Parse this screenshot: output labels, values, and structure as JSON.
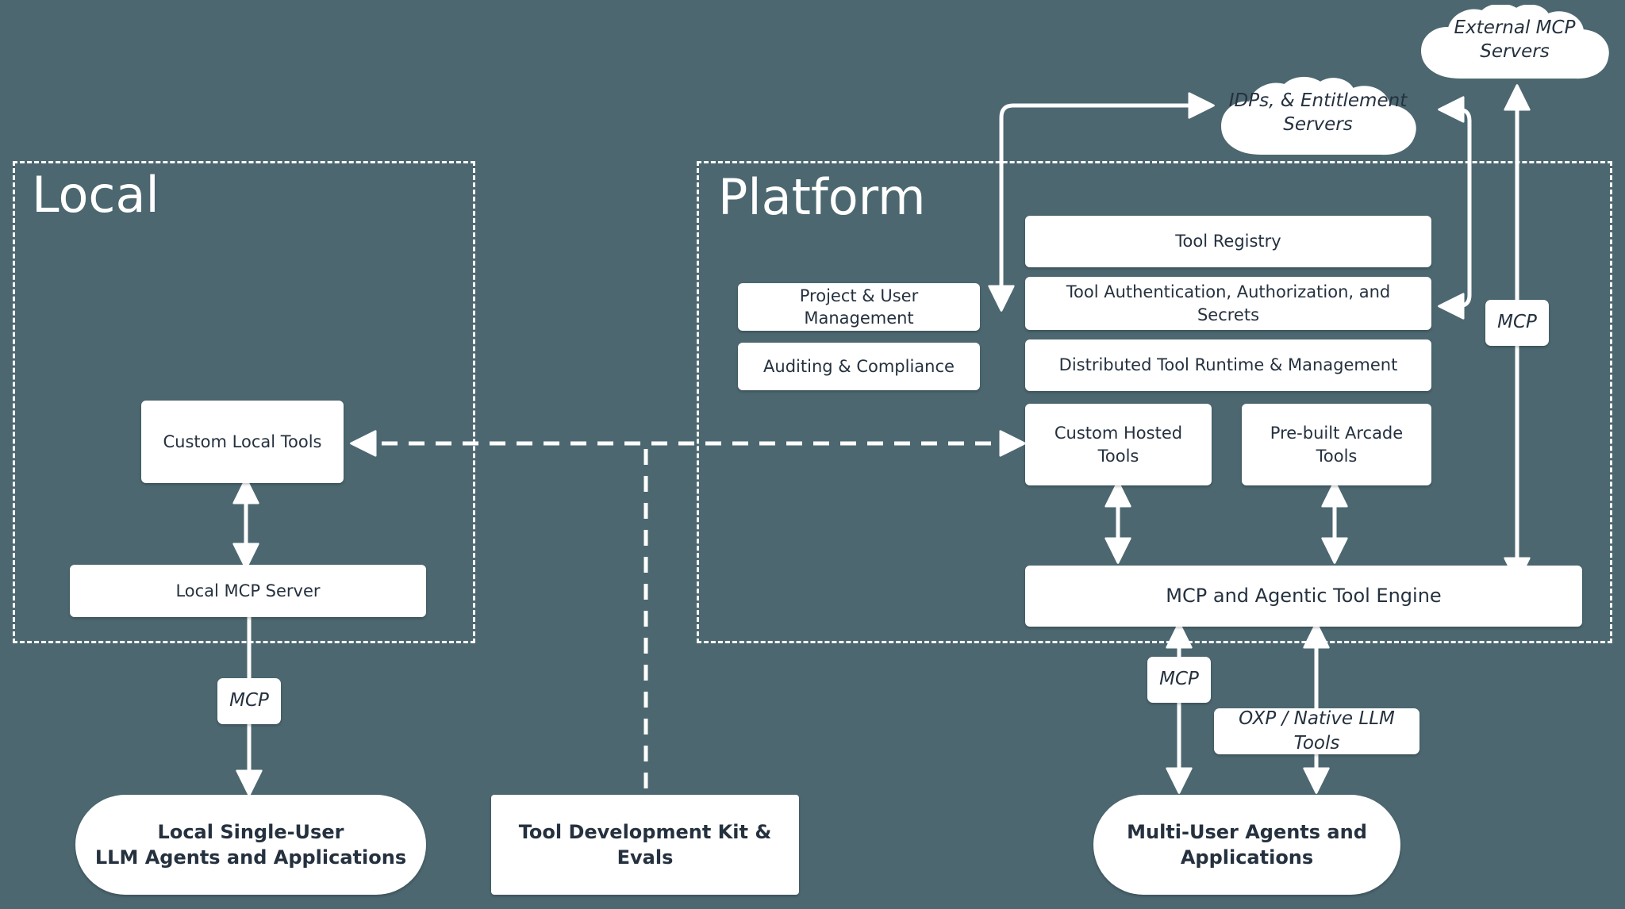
{
  "diagram": {
    "background_color": "#4c6770",
    "node_fill": "#ffffff",
    "node_text_color": "#25313f",
    "stroke_color": "#ffffff",
    "regions": [
      {
        "id": "local",
        "title": "Local"
      },
      {
        "id": "platform",
        "title": "Platform"
      }
    ],
    "clouds": [
      {
        "id": "external-mcp-servers",
        "label": "External MCP Servers"
      },
      {
        "id": "idps-entitlement-servers",
        "label": "IDPs, & Entitlement Servers"
      }
    ],
    "local_nodes": [
      {
        "id": "custom-local-tools",
        "label": "Custom Local Tools"
      },
      {
        "id": "local-mcp-server",
        "label": "Local MCP Server"
      }
    ],
    "platform_nodes": [
      {
        "id": "project-user-management",
        "label": "Project & User Management"
      },
      {
        "id": "auditing-compliance",
        "label": "Auditing & Compliance"
      },
      {
        "id": "tool-registry",
        "label": "Tool Registry"
      },
      {
        "id": "tool-auth",
        "label": "Tool Authentication, Authorization, and Secrets"
      },
      {
        "id": "distributed-tool-runtime",
        "label": "Distributed Tool Runtime & Management"
      },
      {
        "id": "custom-hosted-tools",
        "label": "Custom Hosted Tools"
      },
      {
        "id": "prebuilt-arcade-tools",
        "label": "Pre-built Arcade Tools"
      },
      {
        "id": "mcp-agentic-tool-engine",
        "label": "MCP and Agentic Tool Engine"
      }
    ],
    "edge_labels": [
      {
        "id": "mcp-right-external",
        "label": "MCP"
      },
      {
        "id": "mcp-local",
        "label": "MCP"
      },
      {
        "id": "mcp-multi-user",
        "label": "MCP"
      },
      {
        "id": "oxp-native-llm-tools",
        "label": "OXP / Native LLM Tools"
      }
    ],
    "consumers": [
      {
        "id": "local-single-user-agents",
        "line1": "Local Single-User",
        "line2": "LLM Agents and Applications"
      },
      {
        "id": "tool-development-kit",
        "line1": "Tool Development Kit & Evals",
        "line2": ""
      },
      {
        "id": "multi-user-agents",
        "line1": "Multi-User Agents and",
        "line2": "Applications"
      }
    ]
  }
}
